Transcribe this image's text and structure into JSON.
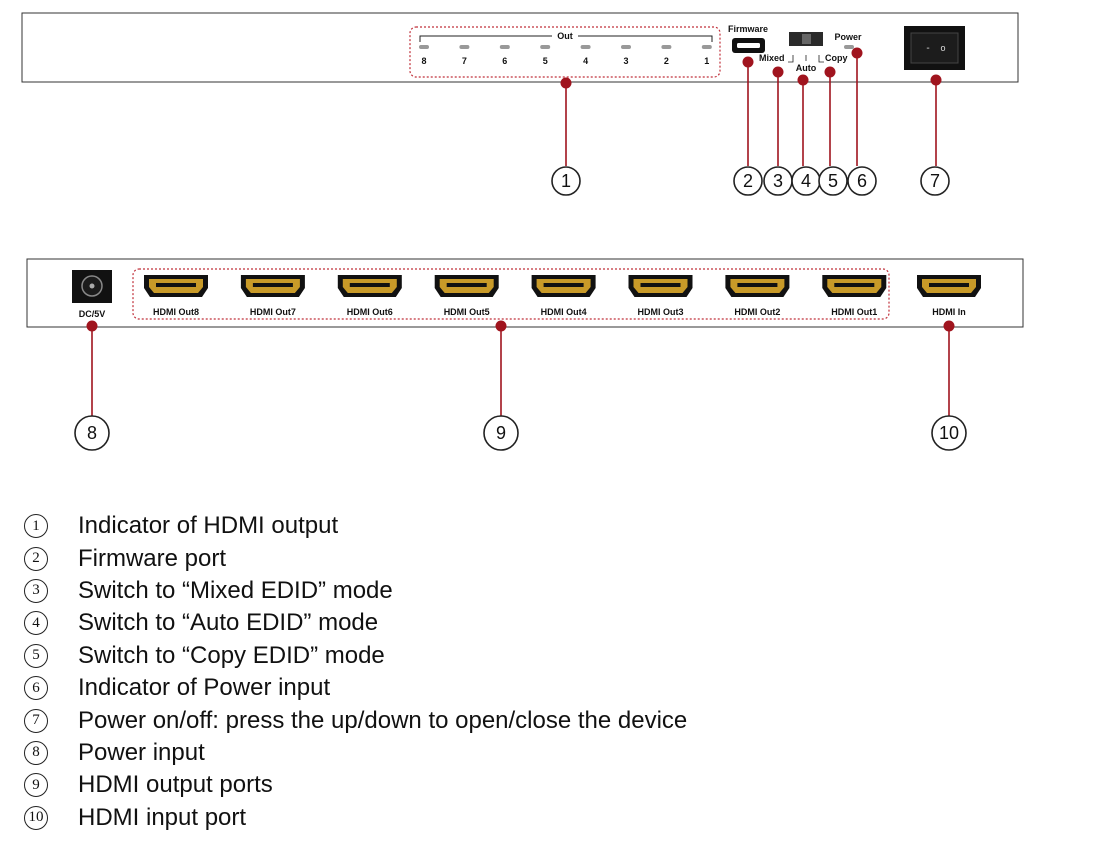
{
  "front_panel": {
    "out_label": "Out",
    "out_numbers": [
      "8",
      "7",
      "6",
      "5",
      "4",
      "3",
      "2",
      "1"
    ],
    "firmware_label": "Firmware",
    "mixed_label": "Mixed",
    "auto_label": "Auto",
    "copy_label": "Copy",
    "power_label": "Power",
    "switch_off_glyph": "-",
    "switch_on_glyph": "o"
  },
  "rear_panel": {
    "dc_label": "DC/5V",
    "out_ports": [
      "HDMI Out8",
      "HDMI Out7",
      "HDMI Out6",
      "HDMI Out5",
      "HDMI Out4",
      "HDMI Out3",
      "HDMI Out2",
      "HDMI Out1"
    ],
    "in_port": "HDMI In"
  },
  "callout_numbers": [
    "1",
    "2",
    "3",
    "4",
    "5",
    "6",
    "7",
    "8",
    "9",
    "10"
  ],
  "legend": [
    {
      "num": "1",
      "text": "Indicator of HDMI output"
    },
    {
      "num": "2",
      "text": "Firmware port"
    },
    {
      "num": "3",
      "text": "Switch to “Mixed EDID” mode"
    },
    {
      "num": "4",
      "text": "Switch to “Auto EDID” mode"
    },
    {
      "num": "5",
      "text": "Switch to “Copy EDID” mode"
    },
    {
      "num": "6",
      "text": "Indicator of Power input"
    },
    {
      "num": "7",
      "text": "Power on/off: press the up/down to open/close the device"
    },
    {
      "num": "8",
      "text": "Power input"
    },
    {
      "num": "9",
      "text": "HDMI output ports"
    },
    {
      "num": "10",
      "text": "HDMI input port"
    }
  ],
  "colors": {
    "callout_line": "#a0141e",
    "dotted_border": "#c0303a",
    "port_gold": "#c89a28"
  }
}
